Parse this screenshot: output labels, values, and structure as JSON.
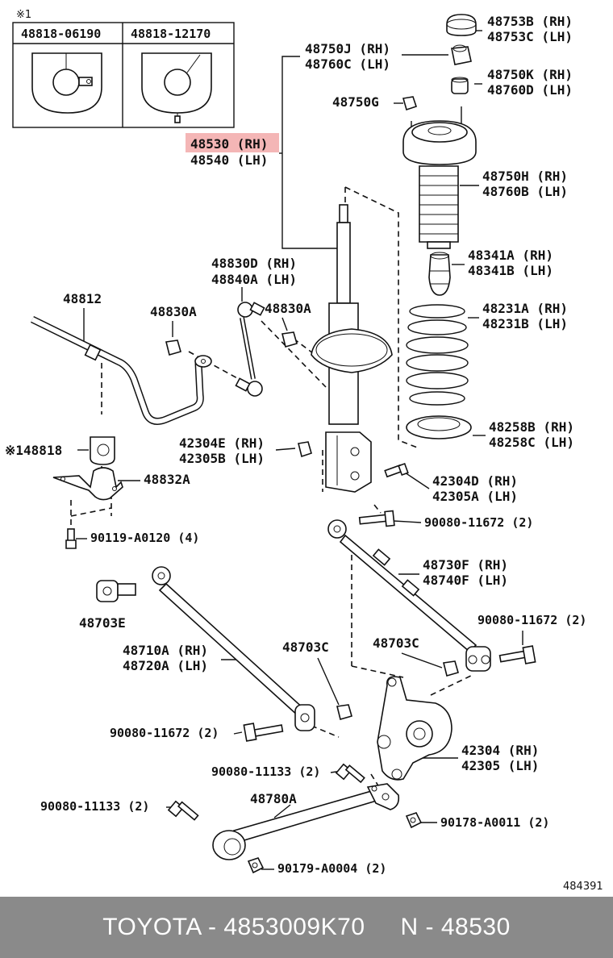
{
  "highlight_color": "#f4b6b6",
  "inset": {
    "note_mark": "※1",
    "left_part": "48818-06190",
    "right_part": "48818-12170"
  },
  "labels": {
    "l_48753": [
      "48753B (RH)",
      "48753C (LH)"
    ],
    "l_48750j": [
      "48750J (RH)",
      "48760C (LH)"
    ],
    "l_48750k": [
      "48750K (RH)",
      "48760D (LH)"
    ],
    "l_48750g": "48750G",
    "l_48530": [
      "48530 (RH)",
      "48540 (LH)"
    ],
    "l_48750h": [
      "48750H (RH)",
      "48760B (LH)"
    ],
    "l_48341": [
      "48341A (RH)",
      "48341B (LH)"
    ],
    "l_48830d": [
      "48830D (RH)",
      "48840A (LH)"
    ],
    "l_48812": "48812",
    "l_48830a_left": "48830A",
    "l_48830a_right": "48830A",
    "l_48231": [
      "48231A (RH)",
      "48231B (LH)"
    ],
    "l_48818": "※148818",
    "l_42304e": [
      "42304E (RH)",
      "42305B (LH)"
    ],
    "l_48258": [
      "48258B (RH)",
      "48258C (LH)"
    ],
    "l_48832a": "48832A",
    "l_42304d": [
      "42304D (RH)",
      "42305A (LH)"
    ],
    "l_90119": "90119-A0120 (4)",
    "l_90080_top": "90080-11672 (2)",
    "l_48730f": [
      "48730F (RH)",
      "48740F (LH)"
    ],
    "l_48703e": "48703E",
    "l_90080_right": "90080-11672 (2)",
    "l_48710a": [
      "48710A (RH)",
      "48720A (LH)"
    ],
    "l_48703c_mid": "48703C",
    "l_48703c_right": "48703C",
    "l_90080_left": "90080-11672 (2)",
    "l_42304": [
      "42304 (RH)",
      "42305 (LH)"
    ],
    "l_90080_11133_a": "90080-11133 (2)",
    "l_90080_11133_b": "90080-11133 (2)",
    "l_48780a": "48780A",
    "l_90178": "90178-A0011 (2)",
    "l_90179": "90179-A0004 (2)"
  },
  "figure_code": "484391",
  "footer": {
    "brand_part": "TOYOTA - 4853009K70",
    "ref": "N - 48530"
  }
}
